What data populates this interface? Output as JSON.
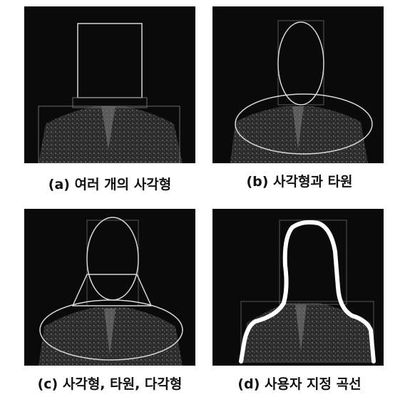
{
  "figure": {
    "panels": [
      {
        "id": "a",
        "caption": "(a) 여러 개의 사각형",
        "annotation": "multiple rectangles"
      },
      {
        "id": "b",
        "caption": "(b) 사각형과 타원",
        "annotation": "rectangle and ellipses"
      },
      {
        "id": "c",
        "caption": "(c) 사각형, 타원, 다각형",
        "annotation": "rectangle, ellipse, polygon"
      },
      {
        "id": "d",
        "caption": "(d) 사용자 지정 곡선",
        "annotation": "user-defined curve"
      }
    ],
    "colors": {
      "panel_bg": "#0a0a0a",
      "figure_fill": "#3b3b3b",
      "outline": "#d8d8d8",
      "curve": "#ffffff"
    }
  }
}
